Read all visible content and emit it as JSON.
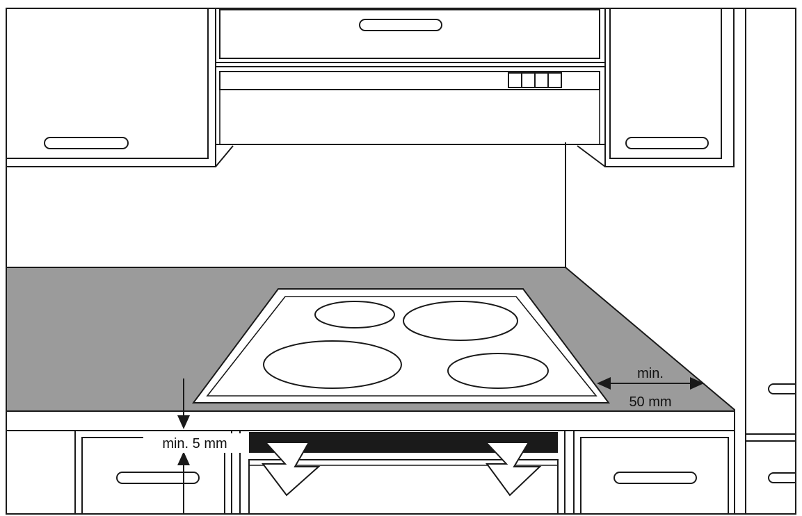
{
  "labels": {
    "side_clearance_line1": "min.",
    "side_clearance_line2": "50 mm",
    "gap_clearance": "min. 5 mm"
  },
  "colors": {
    "worktop": "#9b9b9b",
    "line": "#1a1a1a",
    "vent_slot": "#1a1a1a",
    "background": "#ffffff"
  }
}
